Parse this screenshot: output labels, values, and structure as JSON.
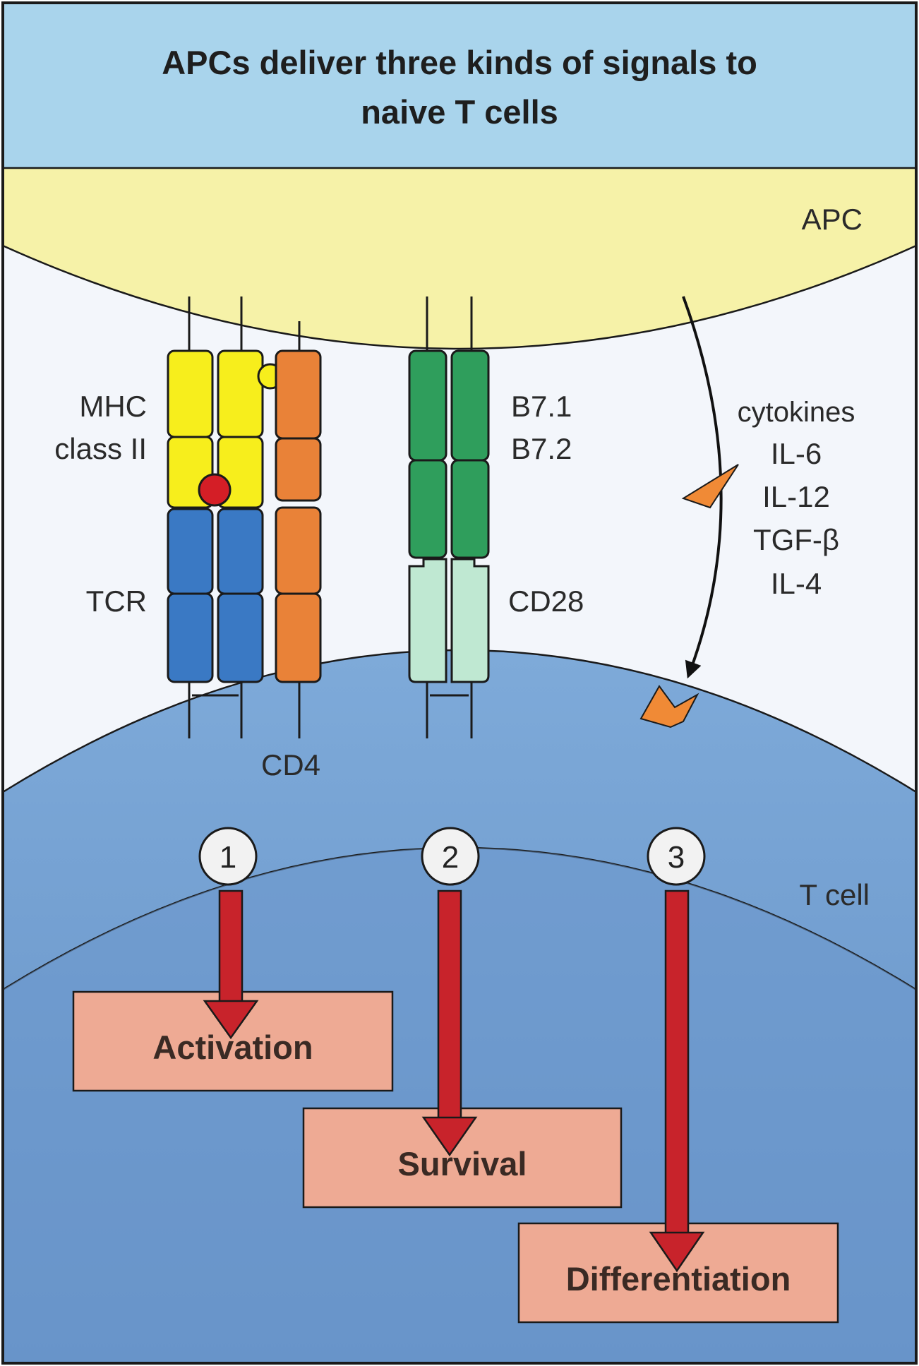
{
  "title": {
    "line1": "APCs deliver three kinds of signals to",
    "line2": "naive T cells"
  },
  "cells": {
    "apc": "APC",
    "tcell": "T cell"
  },
  "molecules": {
    "mhc_line1": "MHC",
    "mhc_line2": "class II",
    "tcr": "TCR",
    "cd4": "CD4",
    "b71": "B7.1",
    "b72": "B7.2",
    "cd28": "CD28"
  },
  "cytokines": {
    "heading": "cytokines",
    "items": [
      "IL-6",
      "IL-12",
      "TGF-β",
      "IL-4"
    ]
  },
  "signals": [
    {
      "number": "1",
      "outcome": "Activation"
    },
    {
      "number": "2",
      "outcome": "Survival"
    },
    {
      "number": "3",
      "outcome": "Differentiation"
    }
  ],
  "colors": {
    "title_band": "#a9d4ec",
    "apc_membrane": "#f6f2a8",
    "extracellular": "#f3f6fb",
    "tcell": "#6f9ed0",
    "mhc": "#f7ee1c",
    "tcr": "#3a79c4",
    "cd4": "#e98238",
    "b7": "#2f9e5c",
    "cd28": "#bfe8d2",
    "peptide": "#d41e26",
    "signal_arrow": "#c8232b",
    "outcome_box": "#eeaa94"
  }
}
